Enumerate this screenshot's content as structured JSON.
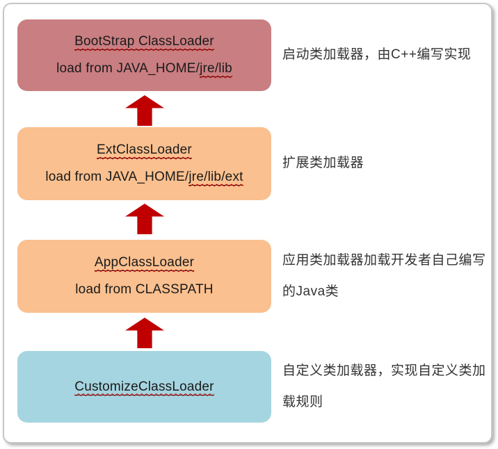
{
  "page": {
    "background": "#ffffff",
    "frame_border_color": "#c6c6c6"
  },
  "arrow_color": "#c00000",
  "nodes": [
    {
      "title": "BootStrap ClassLoader",
      "subtitle_prefix": "load from JAVA_HOME/",
      "subtitle_underlined": "jre/lib",
      "annotation": "启动类加载器，由C++编写实现",
      "color": "#c97e81"
    },
    {
      "title": "ExtClassLoader",
      "subtitle_prefix": "load from JAVA_HOME/",
      "subtitle_underlined": "jre/lib/ext",
      "annotation": "扩展类加载器",
      "color": "#fac08f"
    },
    {
      "title": "AppClassLoader",
      "subtitle_prefix": "load from CLASSPATH",
      "subtitle_underlined": "",
      "annotation": "应用类加载器加载开发者自己编写的Java类",
      "color": "#fac08f"
    },
    {
      "title": "CustomizeClassLoader",
      "subtitle_prefix": "",
      "subtitle_underlined": "",
      "annotation": "自定义类加载器，实现自定义类加载规则",
      "color": "#a5d5e0"
    }
  ]
}
